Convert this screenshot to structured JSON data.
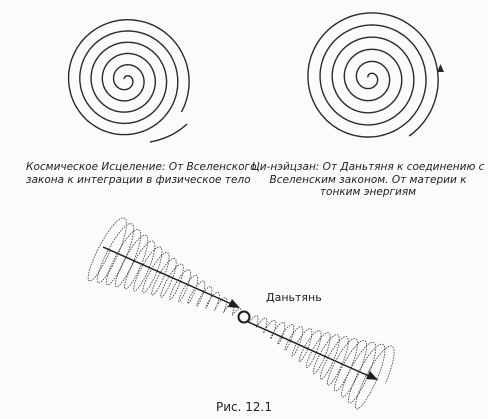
{
  "captions": {
    "left": {
      "lines": [
        "Космическое Исцеление: От Вселенского",
        "закона к интеграции в физическое тело"
      ]
    },
    "right": {
      "lines": [
        "Ци-нэйцзан: От Даньтяня к соединению с",
        "Вселенским законом. От материи к",
        "тонким энергиям"
      ]
    }
  },
  "center_label": "Даньтянь",
  "figure_title": "Рис. 12.1",
  "colors": {
    "ink": "#2a2a2a",
    "background": "#fbfbf9"
  }
}
